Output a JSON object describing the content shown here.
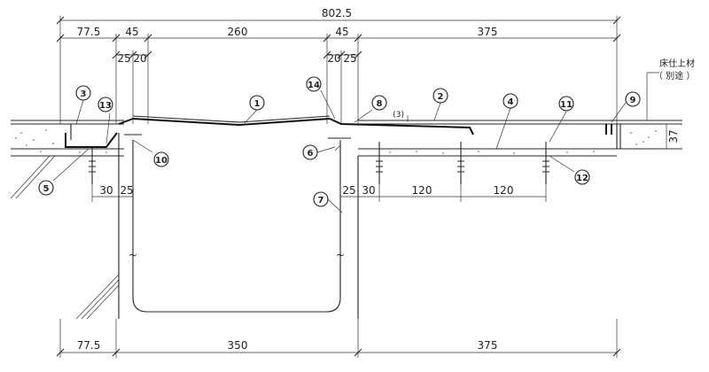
{
  "dimensions": {
    "overall": "802.5",
    "top": [
      "77.5",
      "45",
      "260",
      "45",
      "375"
    ],
    "small_left": [
      "25",
      "20"
    ],
    "small_right": [
      "20",
      "25"
    ],
    "anchor_left": [
      "30",
      "25"
    ],
    "anchor_right": [
      "25",
      "30",
      "120",
      "120"
    ],
    "bottom": [
      "77.5",
      "350",
      "375"
    ],
    "thickness": "37",
    "gap": "(3)"
  },
  "note": {
    "line1": "床仕上材",
    "line2": "（ 別途 ）"
  },
  "break_mark": "~",
  "callouts": [
    "1",
    "2",
    "3",
    "4",
    "5",
    "6",
    "7",
    "8",
    "9",
    "10",
    "11",
    "12",
    "13",
    "14"
  ]
}
